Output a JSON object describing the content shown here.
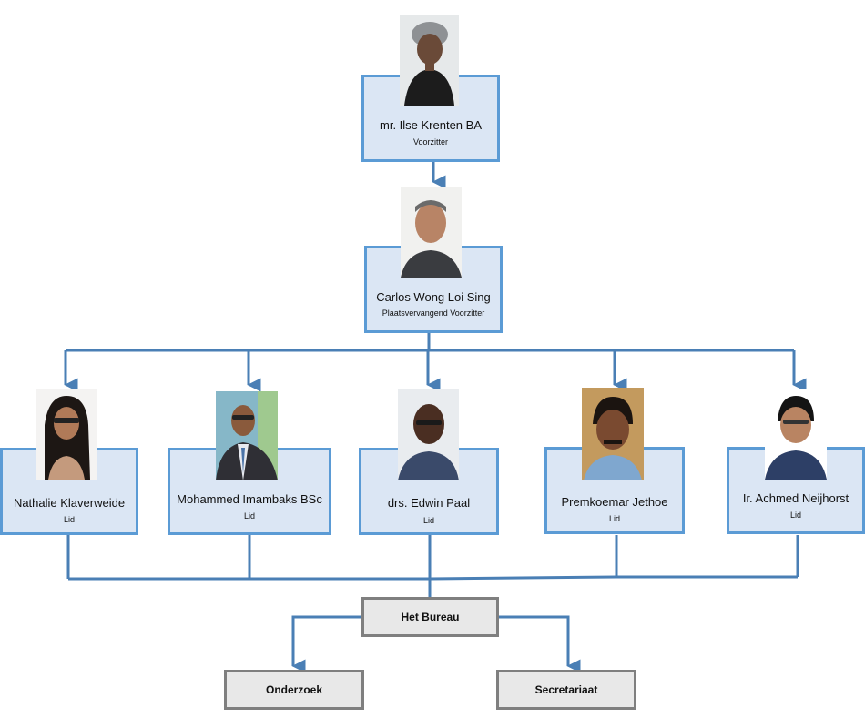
{
  "board": {
    "chair": {
      "name": "mr. Ilse Krenten BA",
      "role": "Voorzitter",
      "photo": "portrait-photo"
    },
    "vice_chair": {
      "name": "Carlos Wong Loi Sing",
      "role": "Plaatsvervangend Voorzitter",
      "photo": "portrait-photo"
    },
    "members": [
      {
        "name": "Nathalie Klaverweide",
        "role": "Lid",
        "photo": "portrait-photo"
      },
      {
        "name": "Mohammed Imambaks BSc",
        "role": "Lid",
        "photo": "portrait-photo"
      },
      {
        "name": "drs. Edwin Paal",
        "role": "Lid",
        "photo": "portrait-photo"
      },
      {
        "name": "Premkoemar Jethoe",
        "role": "Lid",
        "photo": "portrait-photo"
      },
      {
        "name": "Ir. Achmed Neijhorst",
        "role": "Lid",
        "photo": "portrait-photo"
      }
    ]
  },
  "bureau": {
    "label": "Het Bureau",
    "departments": [
      "Onderzoek",
      "Secretariaat"
    ]
  },
  "colors": {
    "person_box_fill": "#dbe6f4",
    "person_box_border": "#5b9bd5",
    "connector": "#4a7fb5",
    "bureau_box_fill": "#e8e8e8",
    "bureau_box_border": "#7f7f7f"
  }
}
